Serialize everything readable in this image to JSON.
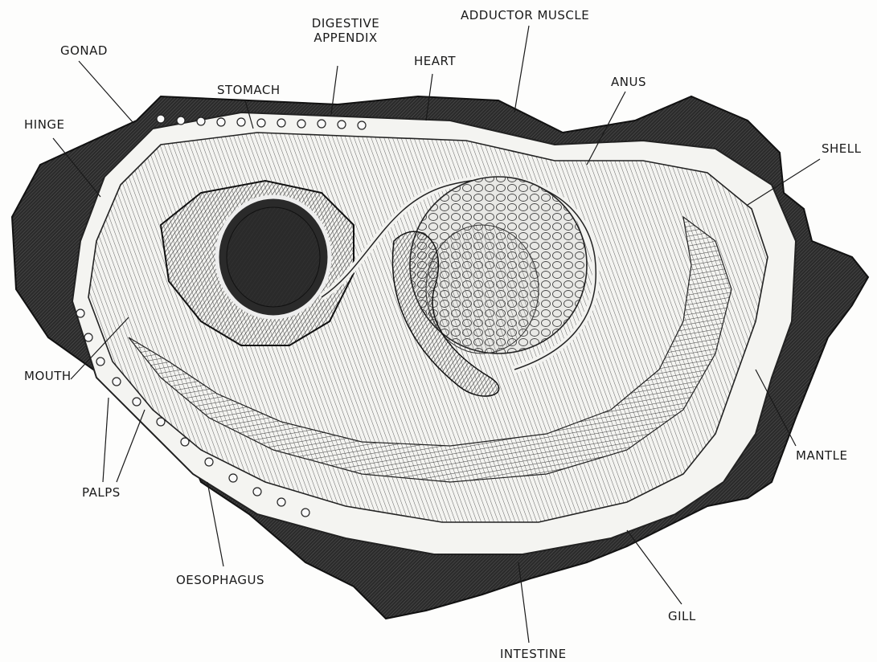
{
  "labels": {
    "gonad": "GONAD",
    "hinge": "HINGE",
    "stomach": "STOMACH",
    "digestive_line1": "DIGESTIVE",
    "digestive_line2": "APPENDIX",
    "heart": "HEART",
    "adductor": "ADDUCTOR MUSCLE",
    "anus": "ANUS",
    "shell": "SHELL",
    "mouth": "MOUTH",
    "mantle": "MANTLE",
    "palps": "PALPS",
    "oesophagus": "OESOPHAGUS",
    "gill": "GILL",
    "intestine": "INTESTINE"
  }
}
